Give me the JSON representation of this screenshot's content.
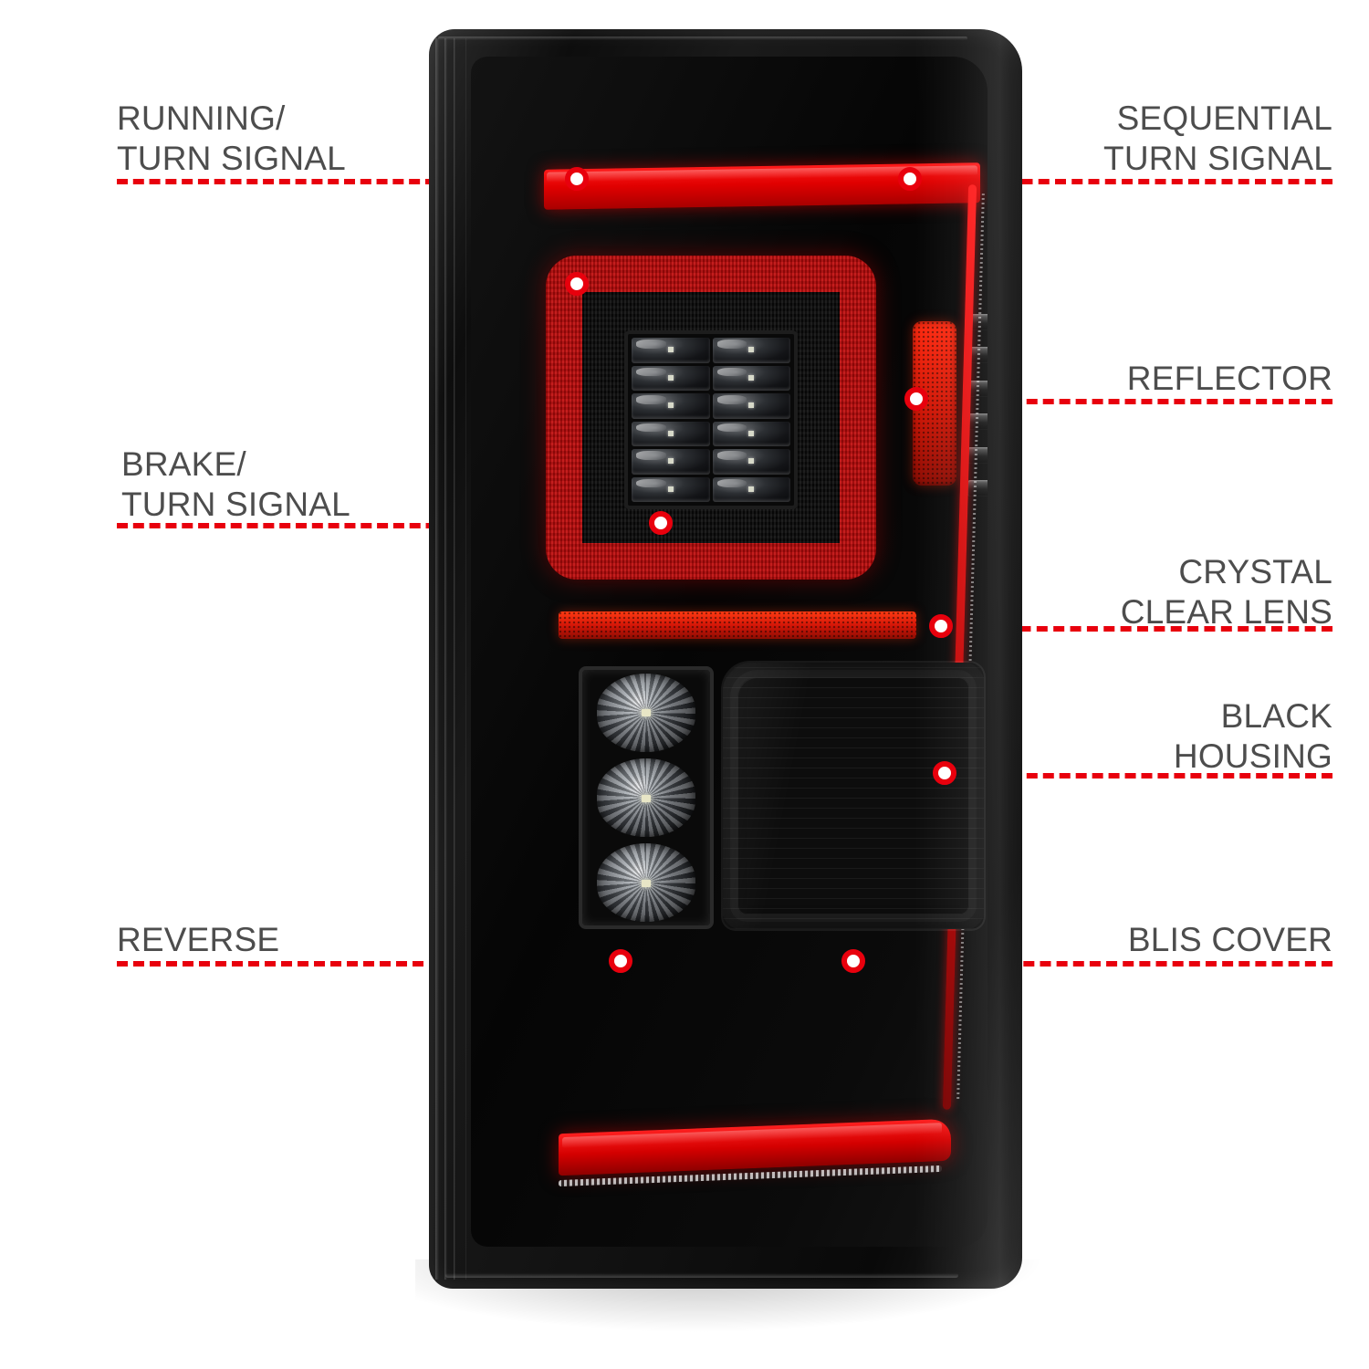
{
  "product": {
    "type": "led-tail-light",
    "housing_color": "#0a0a0a",
    "accent_color": "#e8000d",
    "lens": "crystal-clear",
    "led_rows": 6,
    "led_cols": 2,
    "reverse_lens_count": 3
  },
  "theme": {
    "background": "#ffffff",
    "label_color": "#4d4d4d",
    "callout_color": "#e8000d",
    "dot_fill": "#ffffff"
  },
  "callouts": [
    {
      "id": "running-turn-signal",
      "label": "RUNNING/\nTURN SIGNAL",
      "side": "left",
      "order": 1
    },
    {
      "id": "brake-turn-signal",
      "label": "BRAKE/\nTURN SIGNAL",
      "side": "left",
      "order": 2
    },
    {
      "id": "reverse",
      "label": "REVERSE",
      "side": "left",
      "order": 3
    },
    {
      "id": "sequential-turn-signal",
      "label": "SEQUENTIAL\nTURN SIGNAL",
      "side": "right",
      "order": 1
    },
    {
      "id": "reflector",
      "label": "REFLECTOR",
      "side": "right",
      "order": 2
    },
    {
      "id": "crystal-clear-lens",
      "label": "CRYSTAL\nCLEAR LENS",
      "side": "right",
      "order": 3
    },
    {
      "id": "black-housing",
      "label": "BLACK\nHOUSING",
      "side": "right",
      "order": 4
    },
    {
      "id": "blis-cover",
      "label": "BLIS COVER",
      "side": "right",
      "order": 5
    }
  ]
}
